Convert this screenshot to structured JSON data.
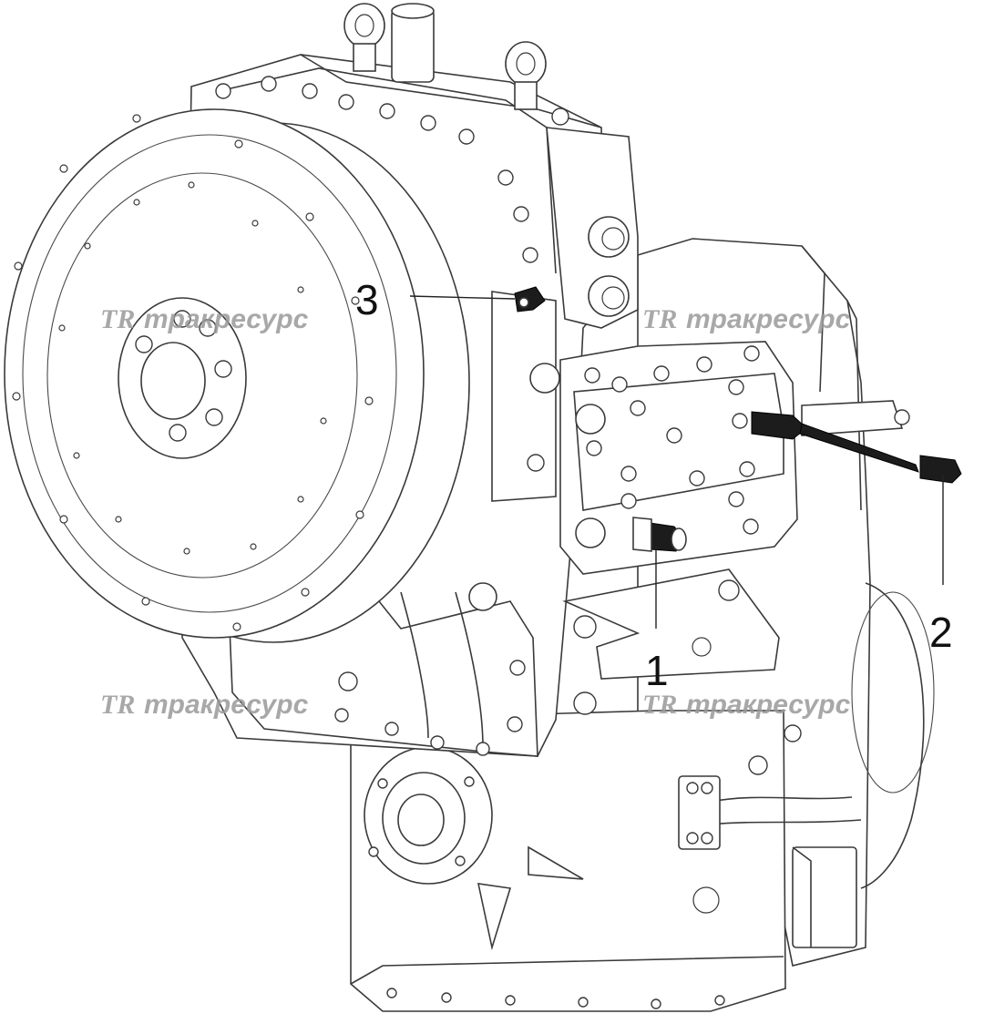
{
  "callouts": {
    "sensor_1": "1",
    "sensor_2": "2",
    "sensor_3": "3"
  },
  "watermark": {
    "logo": "TR",
    "text": "тракресурс"
  },
  "colors": {
    "line": "#3a3a3a",
    "highlight": "#1c1c1c",
    "watermark": "#9a9a9a"
  }
}
